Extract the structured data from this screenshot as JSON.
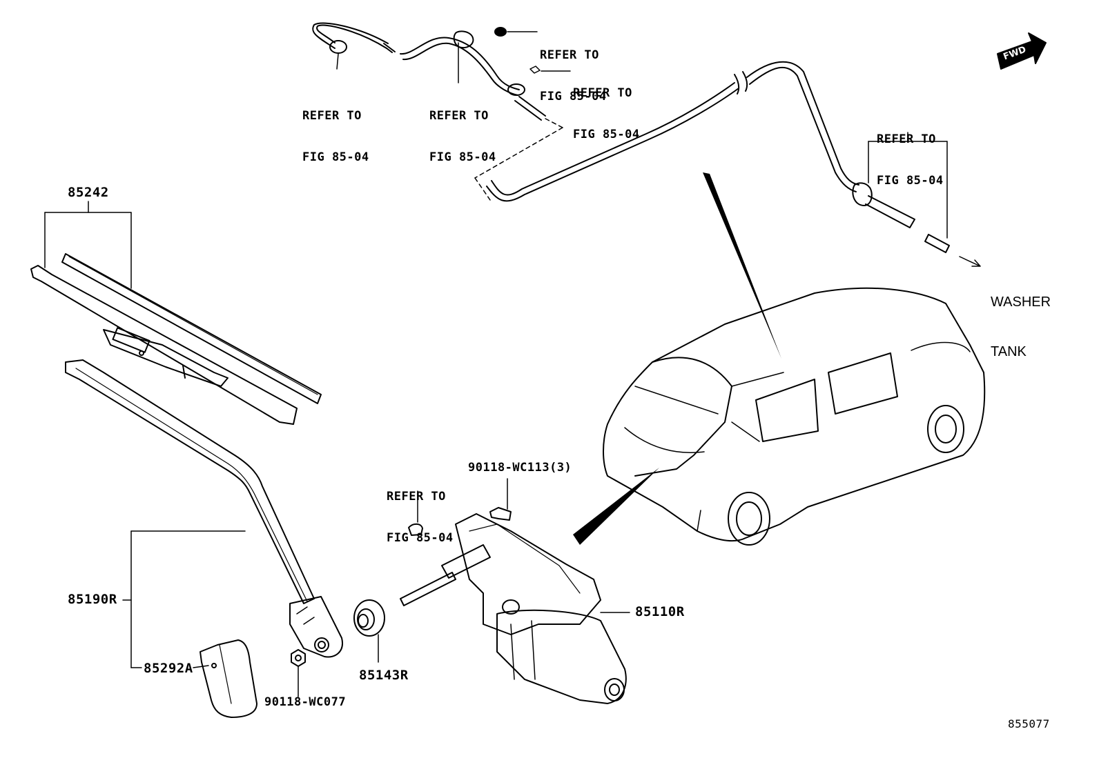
{
  "figure_number": "855077",
  "fwd_badge": "FWD",
  "refer_labels": {
    "r1": [
      "REFER TO",
      "FIG 85-04"
    ],
    "r2": [
      "REFER TO",
      "FIG 85-04"
    ],
    "r3": [
      "REFER TO",
      "FIG 85-04"
    ],
    "r4": [
      "REFER TO",
      "FIG 85-04"
    ],
    "r5": [
      "REFER TO",
      "FIG 85-04"
    ],
    "r6": [
      "REFER TO",
      "FIG 85-04"
    ]
  },
  "washer_tank": [
    "WASHER",
    "TANK"
  ],
  "parts": {
    "blade": "85242",
    "arm": "85190R",
    "cap": "85292A",
    "nut": "90118-WC077",
    "grommet": "85143R",
    "motor": "85110R",
    "bolt": "90118-WC113(3)"
  },
  "colors": {
    "ink": "#000000",
    "paper": "#ffffff"
  }
}
